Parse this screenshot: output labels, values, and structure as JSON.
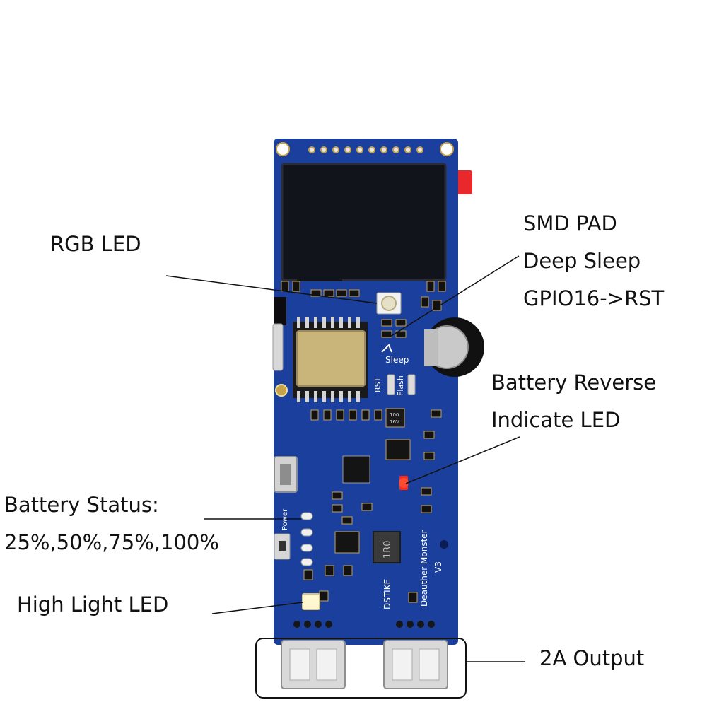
{
  "annotations": {
    "rgb_led": "RGB LED",
    "smd_pad": "SMD PAD",
    "deep_sleep": "Deep Sleep",
    "gpio16_rst": "GPIO16->RST",
    "battery_reverse": "Battery Reverse",
    "indicate_led": "Indicate LED",
    "battery_status": "Battery Status:",
    "battery_levels": "25%,50%,75%,100%",
    "high_light_led": "High Light LED",
    "output_2a": "2A Output"
  },
  "board": {
    "silkscreen_sleep": "Sleep",
    "silkscreen_rst": "RST",
    "silkscreen_flash": "Flash",
    "silkscreen_power": "Power",
    "silkscreen_brand": "DSTIKE",
    "silkscreen_model": "Deauther Monster",
    "silkscreen_version": "V3",
    "inductor_mark": "1R0",
    "cap_mark_1": "100",
    "cap_mark_2": "16V"
  },
  "colors": {
    "pcb": "#1b3f9c",
    "pcb_dark": "#123080",
    "screen": "#12141c",
    "silver": "#c9c9c9",
    "gold": "#c8a24a",
    "led_red": "#ff2a1a",
    "led_white": "#fff7d0",
    "tab_red": "#e8282a"
  },
  "icons": [
    "rgb-led-icon",
    "reset-button-icon",
    "flash-button-icon",
    "power-switch-icon",
    "usb-port-icon",
    "battery-holder-icon"
  ]
}
